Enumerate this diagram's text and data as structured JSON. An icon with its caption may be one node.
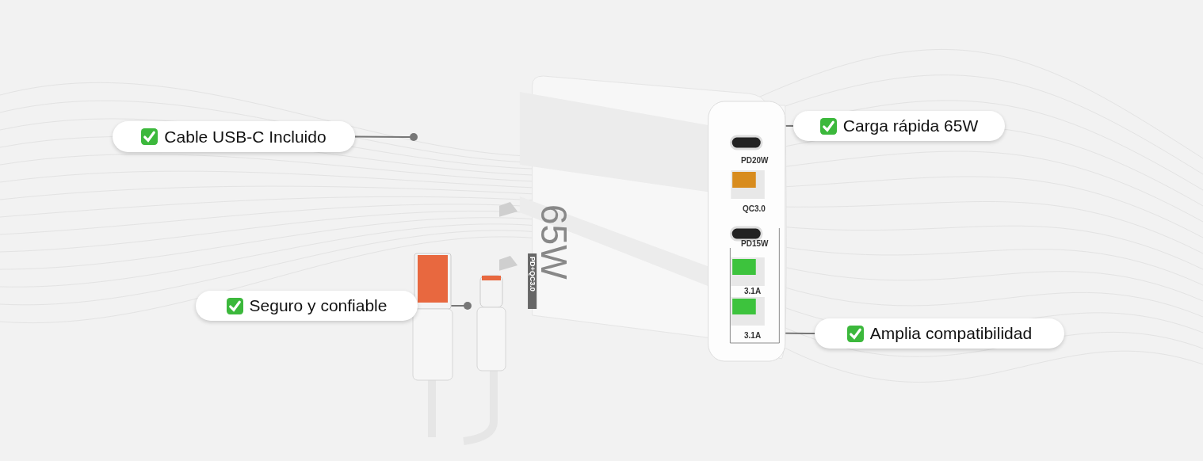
{
  "diagram": {
    "nodes": [
      {
        "text": [
          "Cable USB-C Incluido"
        ]
      },
      {
        "text": [
          "Carga rápida 65W"
        ]
      },
      {
        "text": [
          "Seguro y confiable"
        ]
      },
      {
        "text": [
          "Amplia compatibilidad"
        ]
      },
      {
        "text": [],
        "shape": "picture"
      },
      {
        "text": [],
        "shape": "picture"
      }
    ],
    "edges": [
      {
        "from": 0,
        "to": null,
        "arrow": "other"
      },
      {
        "from": 1,
        "to": 4,
        "arrow": "other"
      },
      {
        "from": 2,
        "to": 5,
        "arrow": "other"
      },
      {
        "from": 3,
        "to": 4,
        "arrow": "other"
      }
    ],
    "labels": [
      "65W",
      "PD+QC3.0",
      "PD20W",
      "QC3.0",
      "PD15W",
      "3.1A",
      "3.1A"
    ]
  }
}
